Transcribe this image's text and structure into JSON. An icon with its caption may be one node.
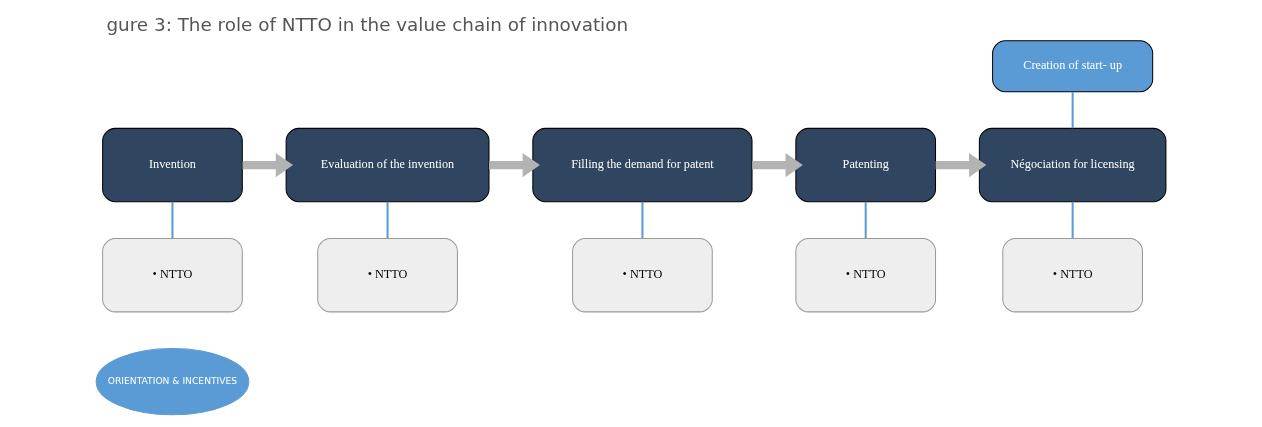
{
  "diagram": {
    "title": "gure 3: The role of NTTO in the value chain of innovation",
    "nodes": [
      {
        "text": [
          "Invention"
        ]
      },
      {
        "text": [
          "Evaluation of the invention"
        ]
      },
      {
        "text": [
          "Filling the demand for patent"
        ]
      },
      {
        "text": [
          "Patenting"
        ]
      },
      {
        "text": [
          "Négociation for licensing"
        ]
      },
      {
        "text": [
          "Creation of start- up"
        ]
      },
      {
        "text": [
          "• NTTO"
        ]
      },
      {
        "text": [
          "• NTTO"
        ]
      },
      {
        "text": [
          "• NTTO"
        ]
      },
      {
        "text": [
          "• NTTO"
        ]
      },
      {
        "text": [
          "• NTTO"
        ]
      },
      {
        "text": [
          "ORIENTATION & INCENTIVES"
        ]
      }
    ],
    "edges": [
      {
        "from": 0,
        "to": 1,
        "arrow": "to",
        "style": "thick",
        "color": "#b3b3b3"
      },
      {
        "from": 1,
        "to": 2,
        "arrow": "to",
        "style": "thick",
        "color": "#b3b3b3"
      },
      {
        "from": 2,
        "to": 3,
        "arrow": "to",
        "style": "thick",
        "color": "#b3b3b3"
      },
      {
        "from": 3,
        "to": 4,
        "arrow": "to",
        "style": "thick",
        "color": "#b3b3b3"
      },
      {
        "from": 0,
        "to": 6,
        "arrow": "none"
      },
      {
        "from": 1,
        "to": 7,
        "arrow": "none"
      },
      {
        "from": 2,
        "to": 8,
        "arrow": "none"
      },
      {
        "from": 3,
        "to": 9,
        "arrow": "none"
      },
      {
        "from": 4,
        "to": 10,
        "arrow": "none"
      },
      {
        "from": 5,
        "to": 4,
        "arrow": "none"
      }
    ]
  }
}
